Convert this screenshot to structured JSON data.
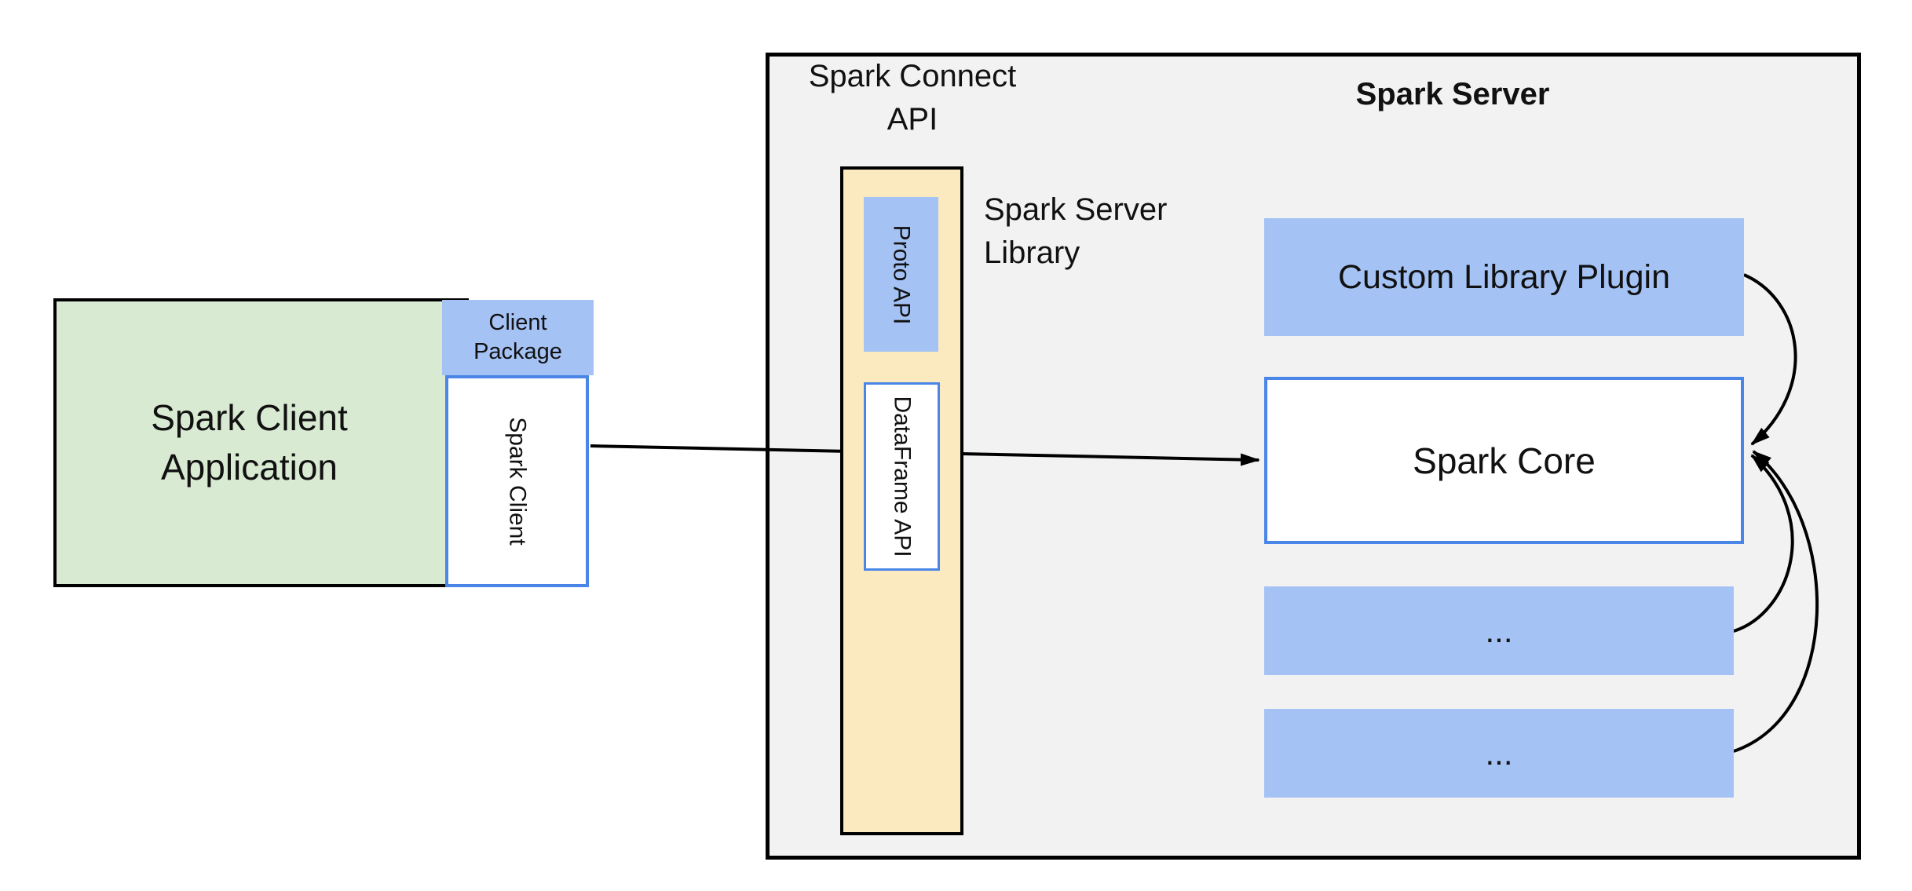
{
  "colors": {
    "green": "#d9ead3",
    "blue": "#a4c2f4",
    "yellow": "#fbe9c0",
    "blueBorder": "#4a86e8",
    "gray": "#f2f2f2",
    "line": "#000000"
  },
  "client": {
    "application_label": "Spark Client\nApplication",
    "package_label": "Client\nPackage",
    "spark_client_label": "Spark Client"
  },
  "connect_api": {
    "title": "Spark Connect\nAPI",
    "proto_api_label": "Proto API",
    "dataframe_api_label": "DataFrame API",
    "server_library_label": "Spark Server\nLibrary"
  },
  "server": {
    "title": "Spark Server",
    "custom_plugin_label": "Custom Library Plugin",
    "core_label": "Spark Core",
    "ellipsis_1": "...",
    "ellipsis_2": "..."
  }
}
